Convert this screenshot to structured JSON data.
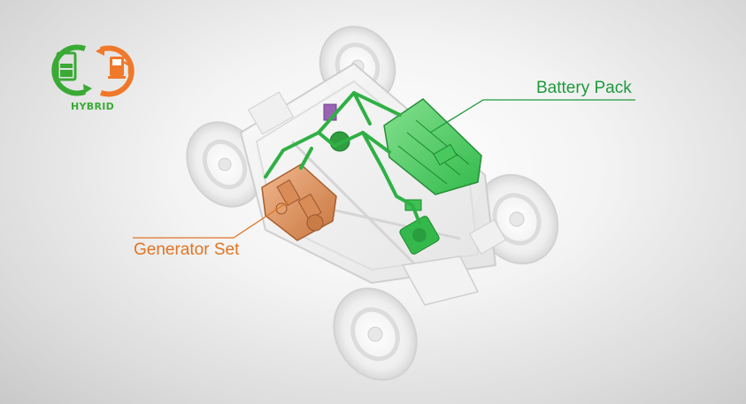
{
  "logo": {
    "text": "HYBRID",
    "left_icon": "battery-icon",
    "right_icon": "fuel-pump-icon",
    "green": "#3aaa35",
    "orange": "#f0782a"
  },
  "callouts": {
    "battery": {
      "label": "Battery Pack",
      "color": "#1e9a3c"
    },
    "generator": {
      "label": "Generator Set",
      "color": "#e07524"
    }
  },
  "vehicle": {
    "components": [
      "battery-pack",
      "generator-set",
      "electric-motor",
      "wiring-harness",
      "wheels"
    ]
  }
}
